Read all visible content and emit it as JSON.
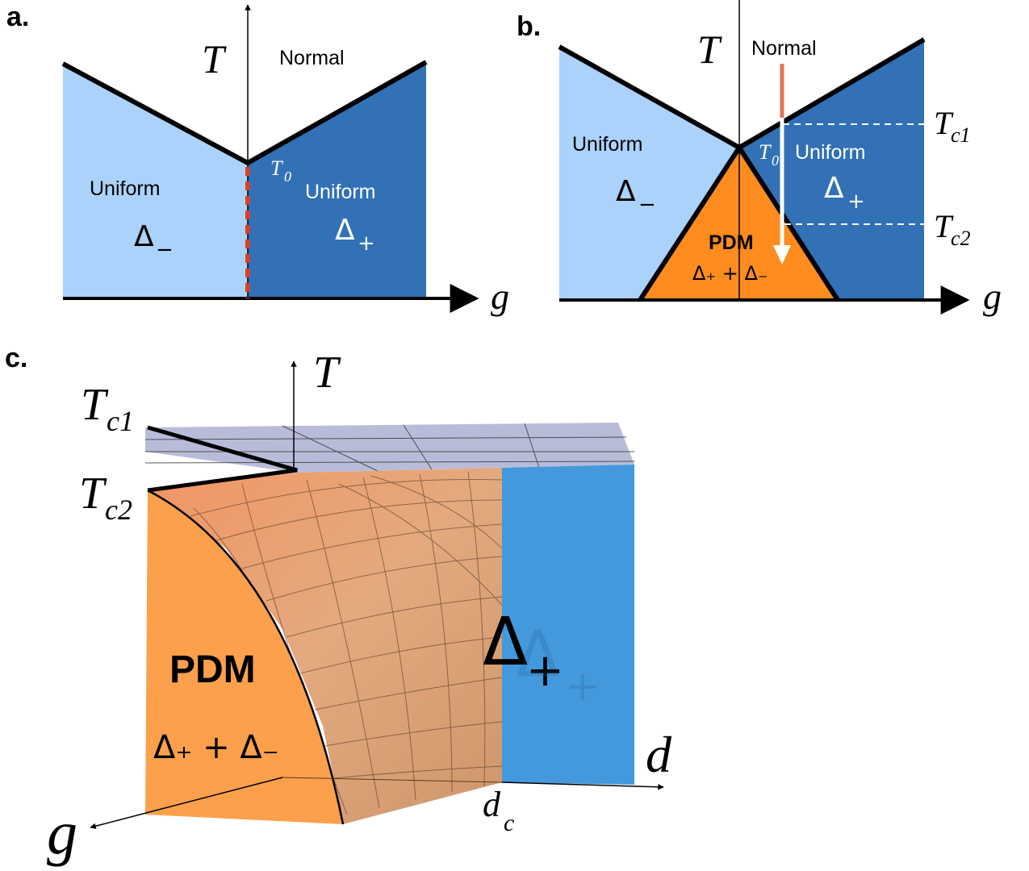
{
  "panel_a": {
    "tag": "a.",
    "axis_x": "g",
    "axis_y": "T",
    "region_top": "Normal",
    "left_name": "Uniform",
    "left_order": "Δ",
    "left_order_sub": "−",
    "right_name": "Uniform",
    "right_order": "Δ",
    "right_order_sub": "+",
    "point": "T",
    "point_sub": "0"
  },
  "panel_b": {
    "tag": "b.",
    "axis_x": "g",
    "axis_y": "T",
    "region_top": "Normal",
    "left_name": "Uniform",
    "left_order": "Δ",
    "left_order_sub": "−",
    "right_name": "Uniform",
    "right_order": "Δ",
    "right_order_sub": "+",
    "point": "T",
    "point_sub": "0",
    "mid_name": "PDM",
    "mid_order": "Δ₊ + Δ₋",
    "tc1": "T",
    "tc1_sub": "c1",
    "tc2": "T",
    "tc2_sub": "c2"
  },
  "panel_c": {
    "tag": "c.",
    "axis_t": "T",
    "axis_d": "d",
    "axis_g": "g",
    "tc1": "T",
    "tc1_sub": "c1",
    "tc2": "T",
    "tc2_sub": "c2",
    "dc": "d",
    "dc_sub": "c",
    "pdm_name": "PDM",
    "pdm_order": "Δ₊ + Δ₋",
    "right_order": "Δ",
    "right_order_sub": "+"
  },
  "colors": {
    "light_blue": "#abd2fa",
    "dark_blue": "#3271b6",
    "orange": "#ff8c1e",
    "surface_orange": "#fca04c",
    "surface_blue": "#4499dc",
    "top_plane": "#b9bcd9",
    "dashed_red": "#d0432c",
    "arrow_red": "#e07456"
  }
}
